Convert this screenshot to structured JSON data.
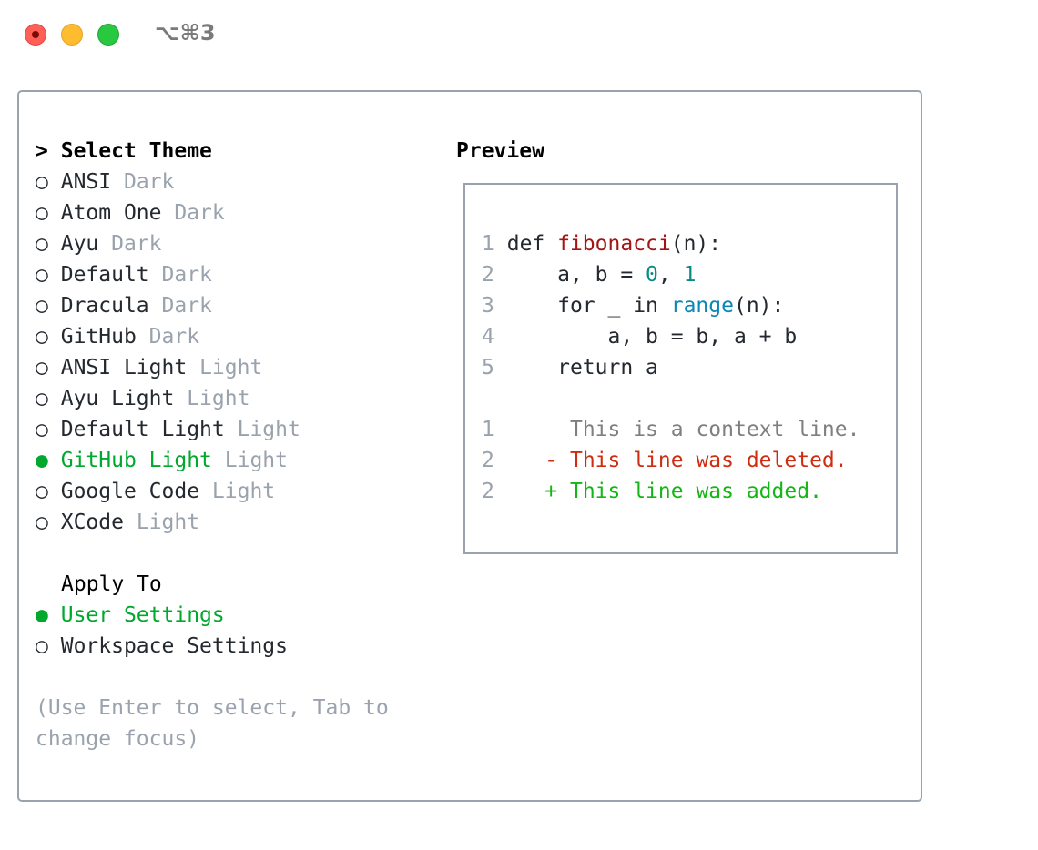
{
  "window": {
    "shortcut": "⌥⌘3"
  },
  "theme_section": {
    "title": "Select Theme",
    "cursor": ">",
    "items": [
      {
        "name": "ANSI",
        "type": "Dark",
        "selected": false
      },
      {
        "name": "Atom One",
        "type": "Dark",
        "selected": false
      },
      {
        "name": "Ayu",
        "type": "Dark",
        "selected": false
      },
      {
        "name": "Default",
        "type": "Dark",
        "selected": false
      },
      {
        "name": "Dracula",
        "type": "Dark",
        "selected": false
      },
      {
        "name": "GitHub",
        "type": "Dark",
        "selected": false
      },
      {
        "name": "ANSI Light",
        "type": "Light",
        "selected": false
      },
      {
        "name": "Ayu Light",
        "type": "Light",
        "selected": false
      },
      {
        "name": "Default Light",
        "type": "Light",
        "selected": false
      },
      {
        "name": "GitHub Light",
        "type": "Light",
        "selected": true
      },
      {
        "name": "Google Code",
        "type": "Light",
        "selected": false
      },
      {
        "name": "XCode",
        "type": "Light",
        "selected": false
      }
    ]
  },
  "apply_section": {
    "title": "Apply To",
    "items": [
      {
        "name": "User Settings",
        "selected": true
      },
      {
        "name": "Workspace Settings",
        "selected": false
      }
    ]
  },
  "hint": {
    "line1": "(Use Enter to select, Tab to",
    "line2": "change focus)"
  },
  "preview": {
    "title": "Preview",
    "code": [
      {
        "n": "1",
        "segments": [
          {
            "t": "def ",
            "c": ""
          },
          {
            "t": "fibonacci",
            "c": "kw-fn"
          },
          {
            "t": "(n):",
            "c": ""
          }
        ]
      },
      {
        "n": "2",
        "segments": [
          {
            "t": "    a, b = ",
            "c": ""
          },
          {
            "t": "0",
            "c": "num"
          },
          {
            "t": ", ",
            "c": ""
          },
          {
            "t": "1",
            "c": "num"
          }
        ]
      },
      {
        "n": "3",
        "segments": [
          {
            "t": "    for _ in ",
            "c": ""
          },
          {
            "t": "range",
            "c": "builtin"
          },
          {
            "t": "(n):",
            "c": ""
          }
        ]
      },
      {
        "n": "4",
        "segments": [
          {
            "t": "        a, b = b, a + b",
            "c": ""
          }
        ]
      },
      {
        "n": "5",
        "segments": [
          {
            "t": "    return a",
            "c": ""
          }
        ]
      }
    ],
    "diff": [
      {
        "n": "1",
        "marker": " ",
        "text": "This is a context line.",
        "kind": "ctx"
      },
      {
        "n": "2",
        "marker": "-",
        "text": "This line was deleted.",
        "kind": "del"
      },
      {
        "n": "2",
        "marker": "+",
        "text": "This line was added.",
        "kind": "add"
      }
    ]
  },
  "colors": {
    "selected": "#00a82d",
    "muted": "#9aa3ad",
    "border": "#9aa3ad",
    "deleted": "#d02c0f",
    "added": "#14b514"
  },
  "icons": {
    "unselected": "○",
    "selected": "●"
  }
}
